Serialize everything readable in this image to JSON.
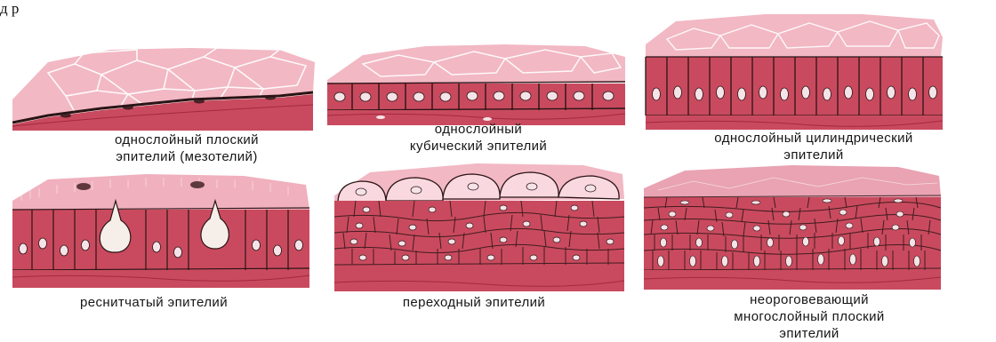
{
  "header_fragment": "д    р",
  "colors": {
    "tissue": "#c94a5e",
    "tissue_dark": "#a3293f",
    "cell_membrane": "#2a1416",
    "surface": "#f3c2cc",
    "surface_line": "#ffffff",
    "nucleus": "#f4e4e8",
    "goblet": "#f6efe9"
  },
  "panels": [
    {
      "id": "simple-squamous",
      "caption": "однослойный плоский\nэпителий (мезотелий)"
    },
    {
      "id": "simple-cuboidal",
      "caption": "однослойный\nкубический эпителий"
    },
    {
      "id": "simple-columnar",
      "caption": "однослойный цилиндрический\nэпителий"
    },
    {
      "id": "ciliated",
      "caption": "реснитчатый эпителий"
    },
    {
      "id": "transitional",
      "caption": "переходный эпителий"
    },
    {
      "id": "stratified-nonkeratinized",
      "caption": "неороговевающий\nмногослойный плоский\nэпителий"
    }
  ]
}
